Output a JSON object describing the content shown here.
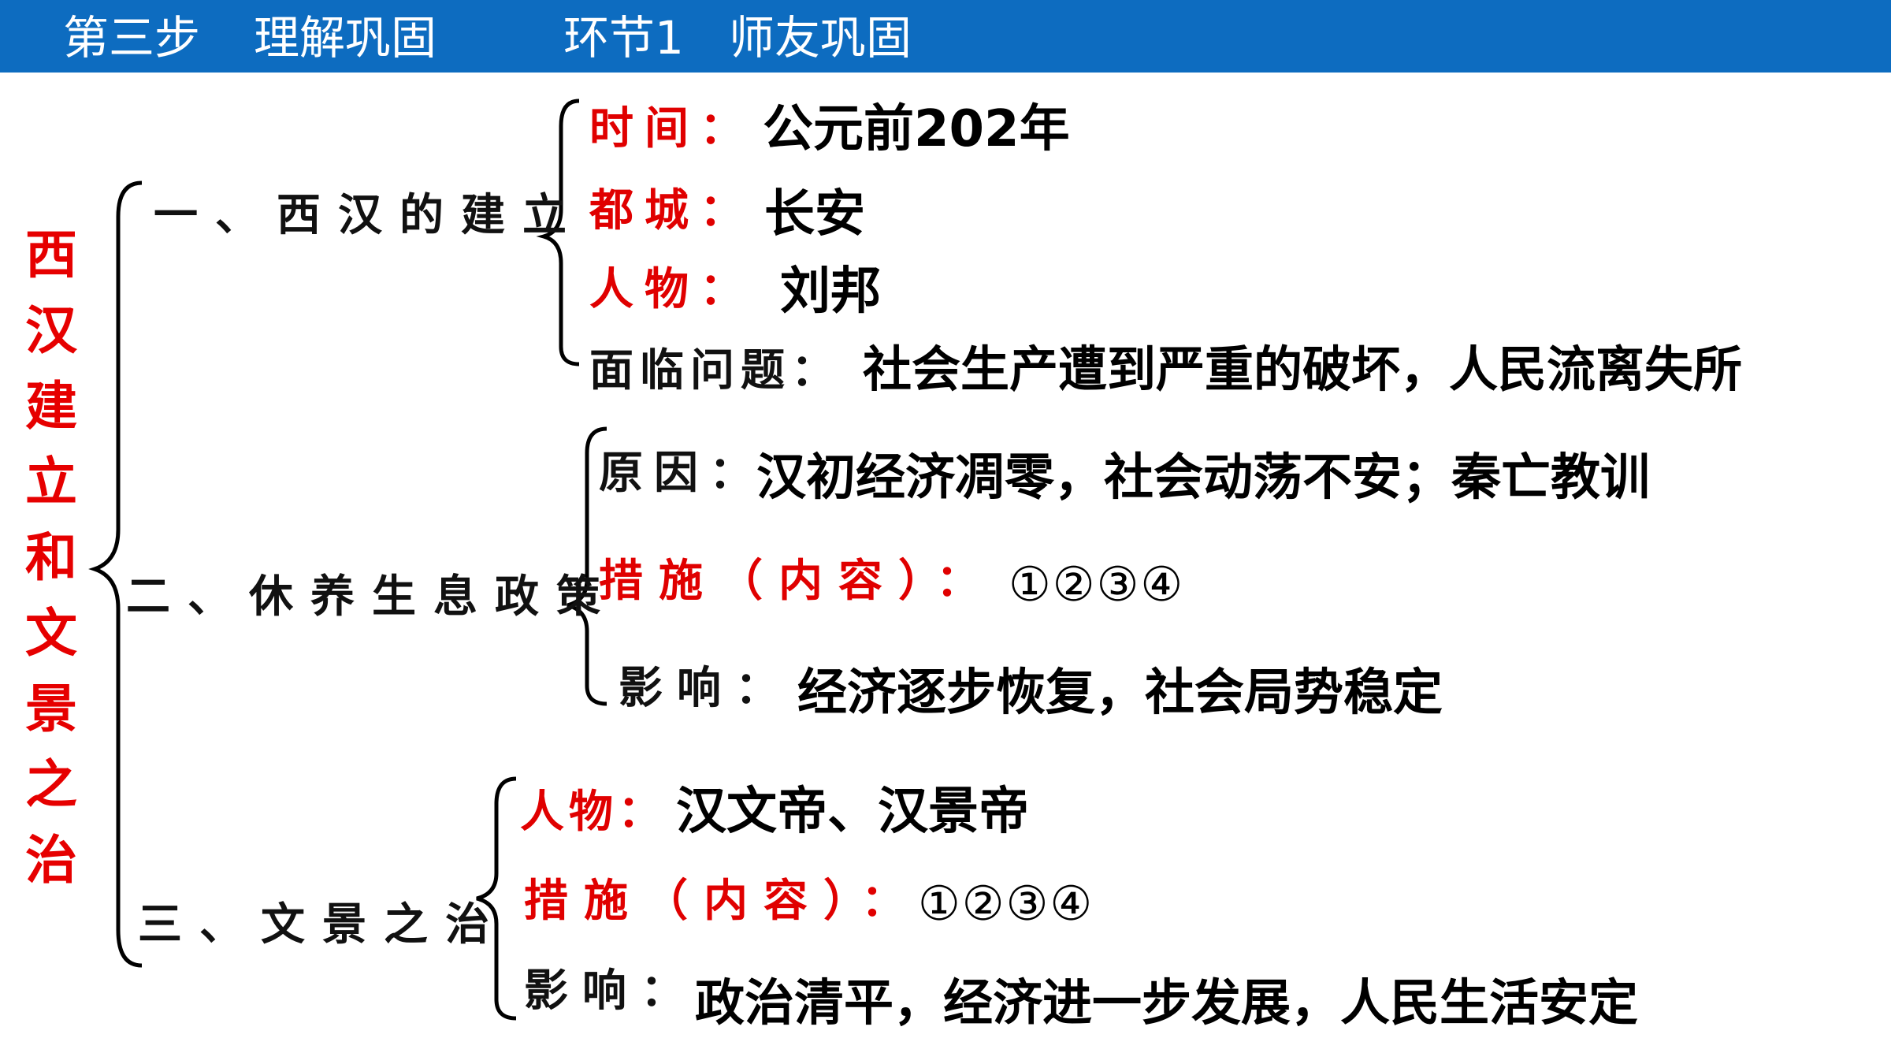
{
  "header": {
    "step": "第三步",
    "step_title": "理解巩固",
    "section": "环节1",
    "section_title": "师友巩固"
  },
  "main_title_chars": [
    "西",
    "汉",
    "建",
    "立",
    "和",
    "文",
    "景",
    "之",
    "治"
  ],
  "sections": [
    {
      "heading": "一、西汉的建立",
      "items": [
        {
          "label": "时间：",
          "value": "公元前202年"
        },
        {
          "label": "都城：",
          "value": "长安"
        },
        {
          "label": "人物：",
          "value": "刘邦"
        },
        {
          "label": "面临问题：",
          "value": "社会生产遭到严重的破坏，人民流离失所"
        }
      ]
    },
    {
      "heading": "二、休养生息政策",
      "items": [
        {
          "label": "原因：",
          "value": "汉初经济凋零，社会动荡不安；秦亡教训"
        },
        {
          "label": "措施（内容）：",
          "value": "①②③④"
        },
        {
          "label": "影响：",
          "value": "经济逐步恢复，社会局势稳定"
        }
      ]
    },
    {
      "heading": "三、文景之治",
      "items": [
        {
          "label": "人物：",
          "value": "汉文帝、汉景帝"
        },
        {
          "label": "措施（内容）：",
          "value": "①②③④"
        },
        {
          "label": "影响：",
          "value": "政治清平，经济进一步发展，人民生活安定"
        }
      ]
    }
  ],
  "colors": {
    "header_bg": "#0d6cc0",
    "accent_red": "#e00000",
    "text": "#000000"
  }
}
